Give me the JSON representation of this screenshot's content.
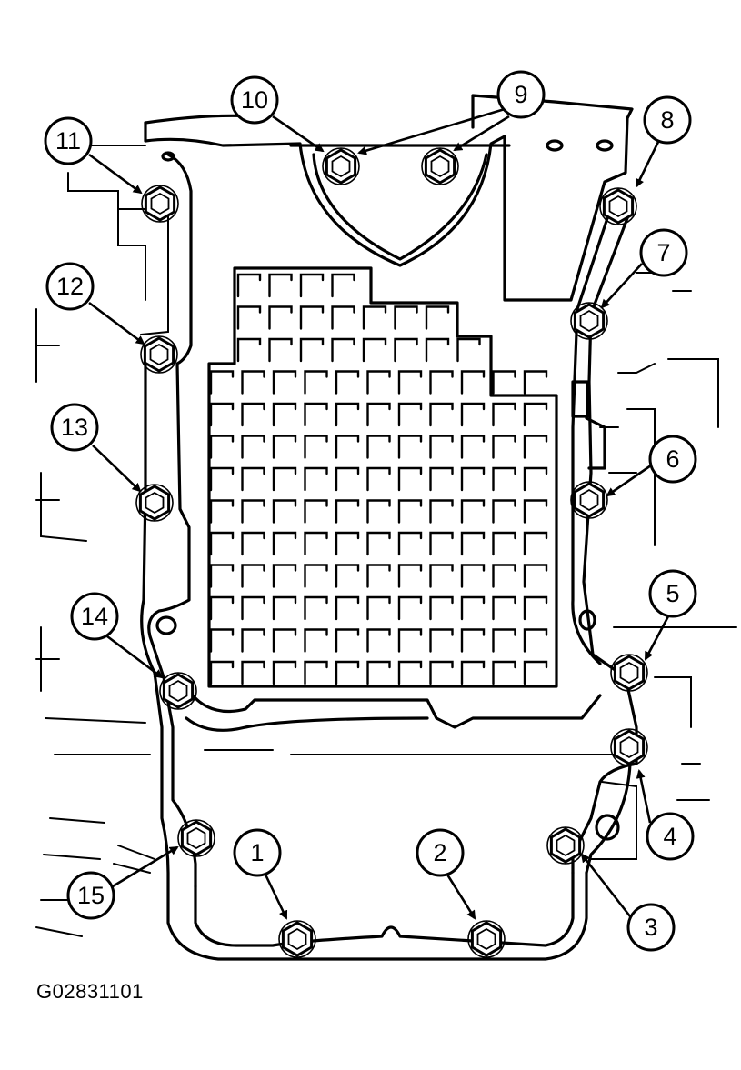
{
  "figure_id": "G02831101",
  "callouts": [
    {
      "label": "1"
    },
    {
      "label": "2"
    },
    {
      "label": "3"
    },
    {
      "label": "4"
    },
    {
      "label": "5"
    },
    {
      "label": "6"
    },
    {
      "label": "7"
    },
    {
      "label": "8"
    },
    {
      "label": "9"
    },
    {
      "label": "10"
    },
    {
      "label": "11"
    },
    {
      "label": "12"
    },
    {
      "label": "13"
    },
    {
      "label": "14"
    },
    {
      "label": "15"
    }
  ]
}
